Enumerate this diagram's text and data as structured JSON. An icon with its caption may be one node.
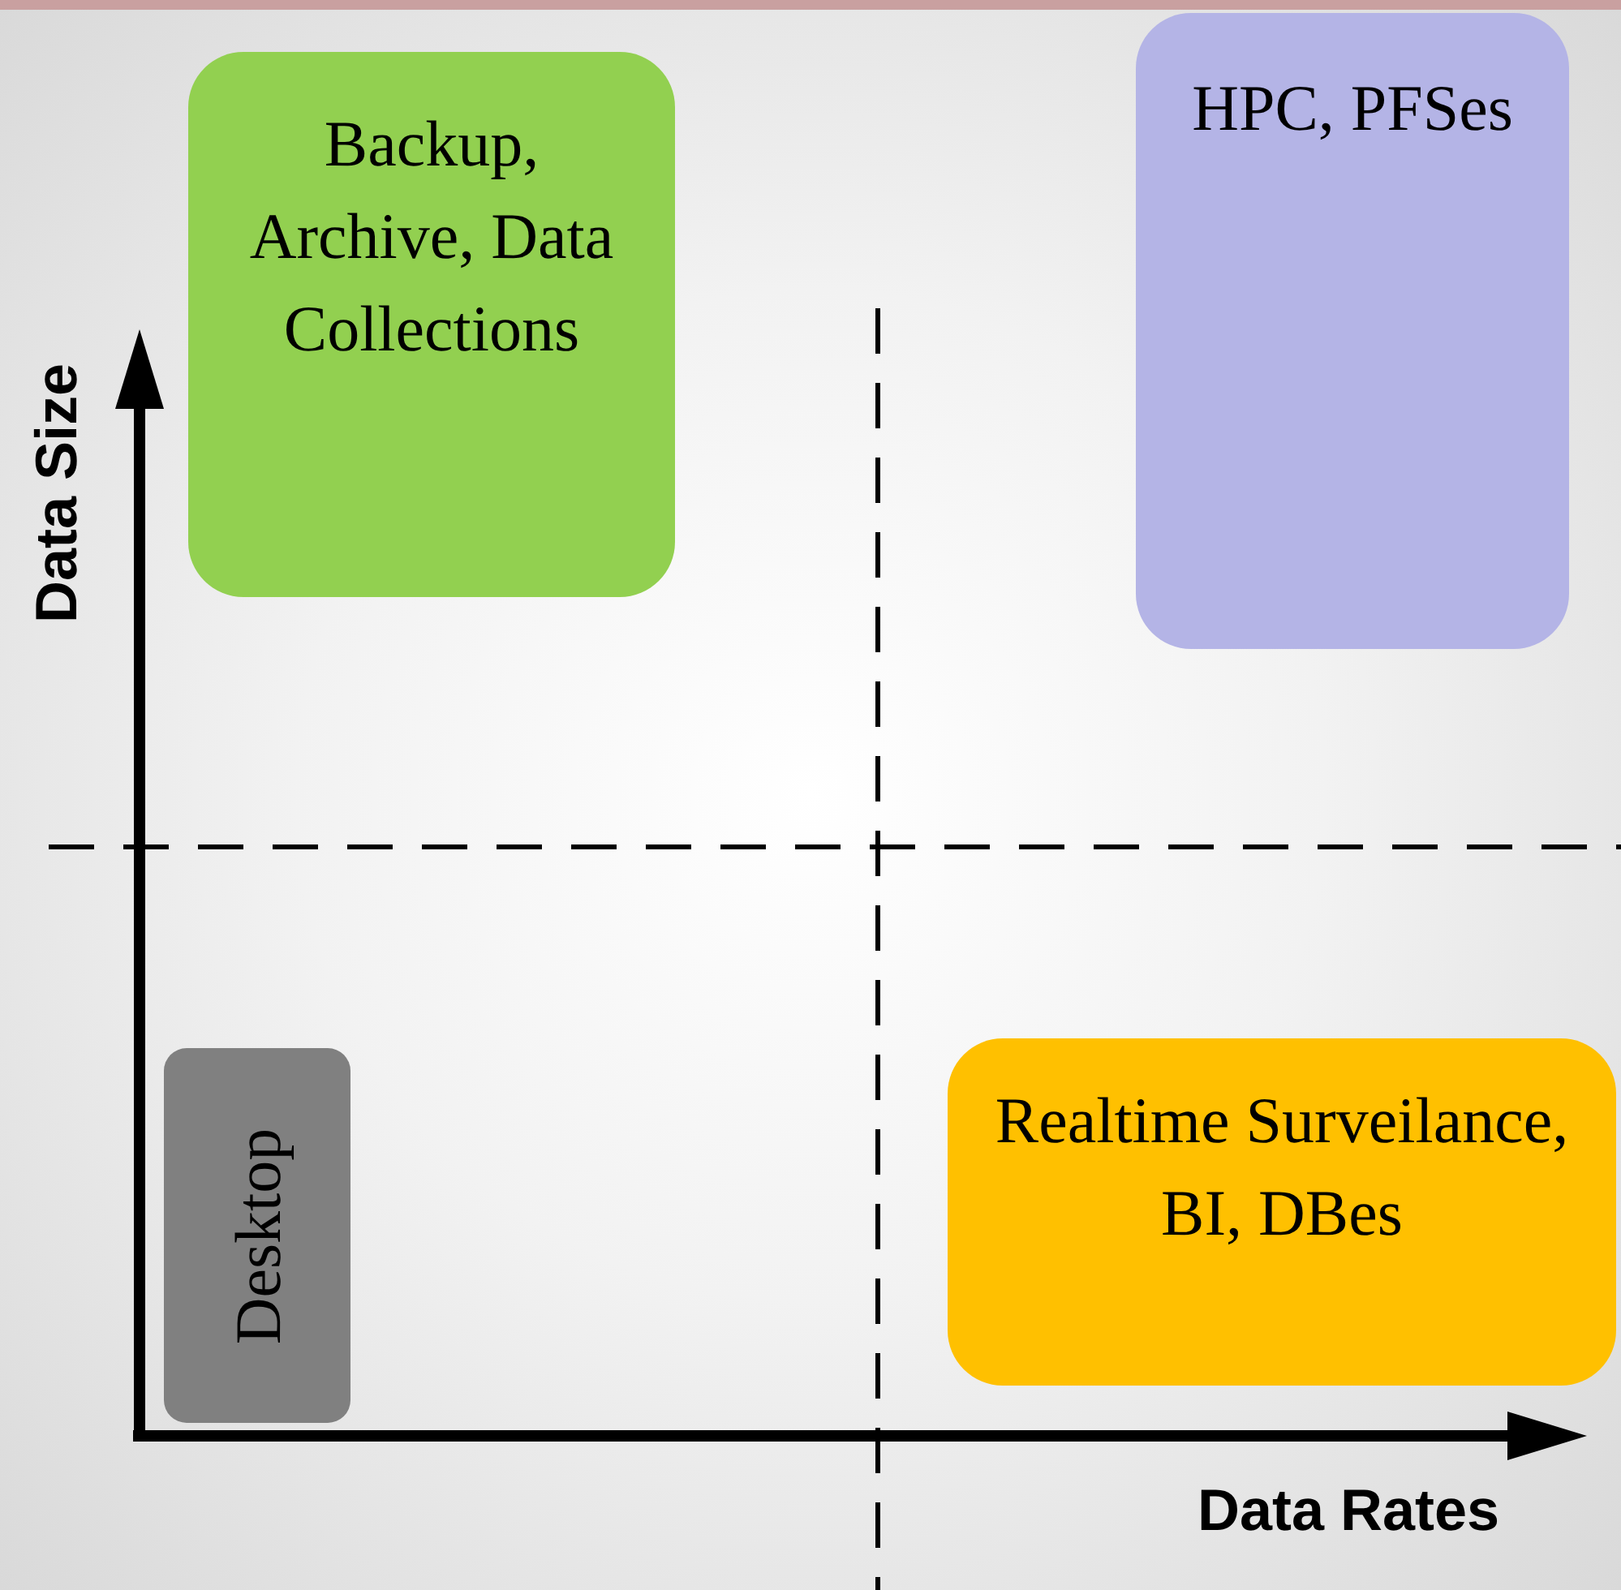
{
  "diagram": {
    "nodes": [
      {
        "text": [
          "Backup, Archive, Data Collections"
        ]
      },
      {
        "text": [
          "HPC, PFSes"
        ]
      },
      {
        "text": [
          "Desktop"
        ]
      },
      {
        "text": [
          "Realtime Surveilance, BI, DBes"
        ]
      }
    ],
    "labels": [
      "Data Size",
      "Data Rates"
    ]
  }
}
